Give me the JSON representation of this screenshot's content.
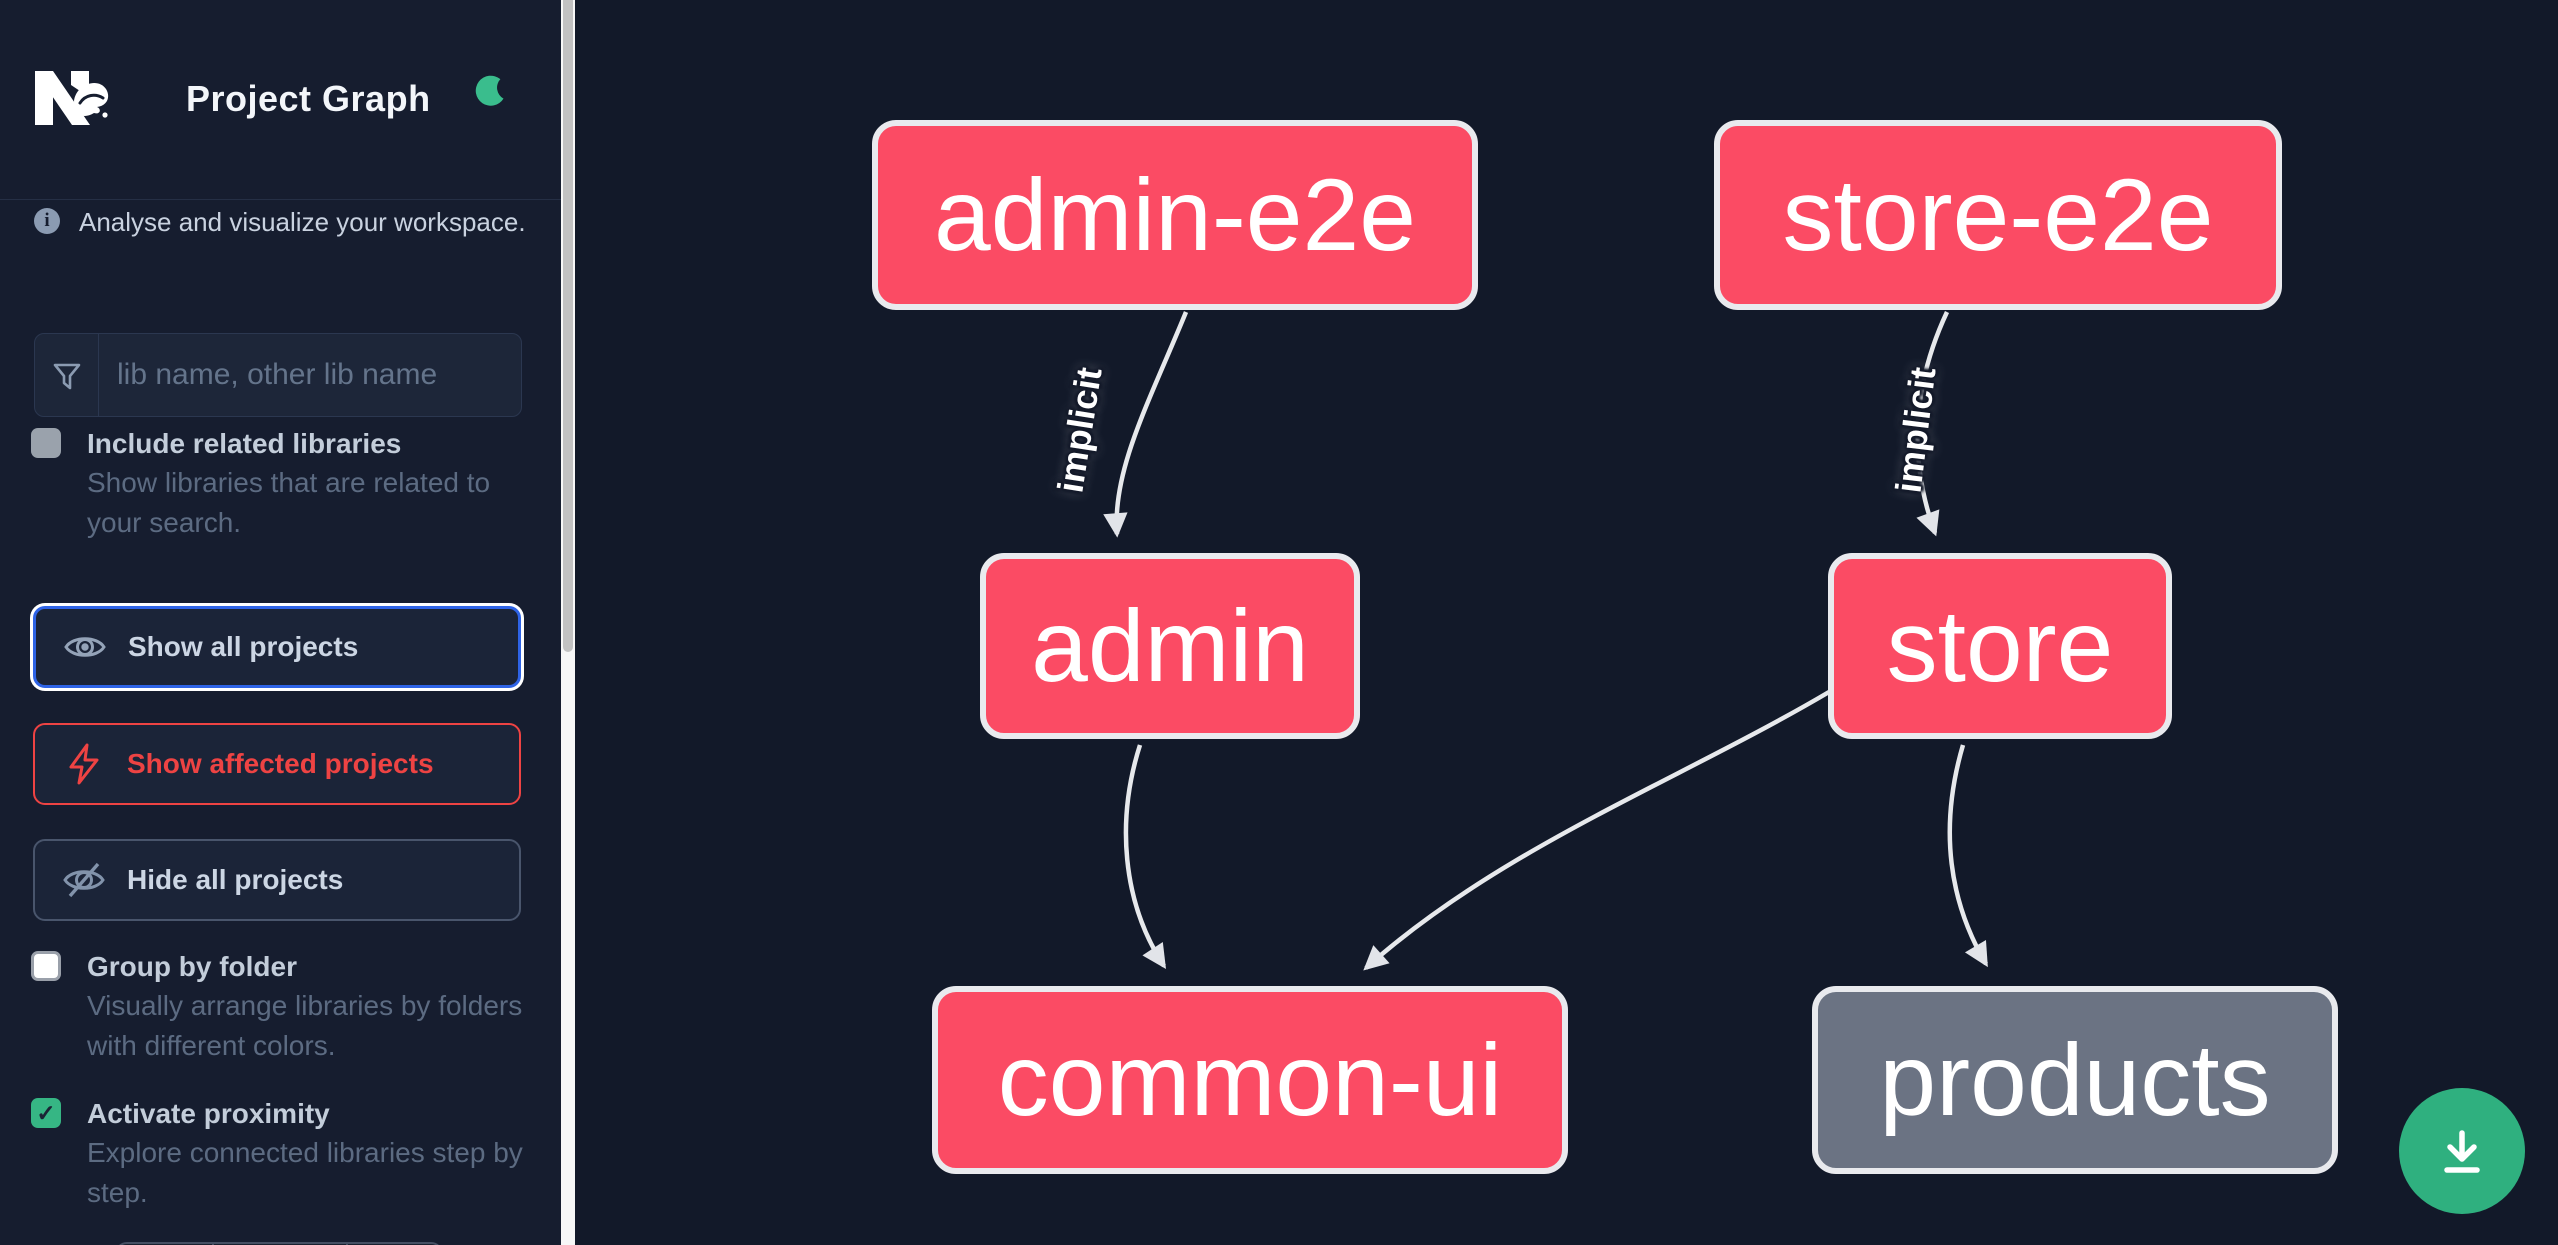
{
  "app": {
    "title": "Project Graph"
  },
  "sidebar": {
    "tagline": "Analyse and visualize your workspace.",
    "search_placeholder": "lib name, other lib name",
    "actions": [
      {
        "label": "Show all projects",
        "icon": "eye-icon",
        "state": "focused"
      },
      {
        "label": "Show affected projects",
        "icon": "lightning-icon",
        "state": "danger"
      },
      {
        "label": "Hide all projects",
        "icon": "eye-off-icon",
        "state": "default"
      }
    ],
    "toggles": [
      {
        "label": "Include related libraries",
        "description": "Show libraries that are related to your search.",
        "checked": false
      },
      {
        "label": "Group by folder",
        "description": "Visually arrange libraries by folders with different colors.",
        "checked": false
      },
      {
        "label": "Activate proximity",
        "description": "Explore connected libraries step by step.",
        "checked": true
      }
    ],
    "check_glyph": "✓"
  },
  "graph": {
    "nodes": [
      {
        "id": "admin-e2e",
        "label": "admin-e2e",
        "status": "affected"
      },
      {
        "id": "store-e2e",
        "label": "store-e2e",
        "status": "affected"
      },
      {
        "id": "admin",
        "label": "admin",
        "status": "affected"
      },
      {
        "id": "store",
        "label": "store",
        "status": "affected"
      },
      {
        "id": "common-ui",
        "label": "common-ui",
        "status": "affected"
      },
      {
        "id": "products",
        "label": "products",
        "status": "unaffected"
      }
    ],
    "edges": [
      {
        "from": "admin-e2e",
        "to": "admin",
        "label": "implicit"
      },
      {
        "from": "store-e2e",
        "to": "store",
        "label": "implicit"
      },
      {
        "from": "admin",
        "to": "common-ui",
        "label": ""
      },
      {
        "from": "store",
        "to": "common-ui",
        "label": ""
      },
      {
        "from": "store",
        "to": "products",
        "label": ""
      }
    ]
  },
  "colors": {
    "affected_node": "#fb4b64",
    "unaffected_node": "#6b7383",
    "edge": "#e7e9ec",
    "accent_green": "#36b684",
    "fab_green": "#2fb07f",
    "danger_red": "#ee4343",
    "focus_blue": "#2e63e6",
    "sidebar_bg": "#161d2f",
    "canvas_bg": "#121929"
  }
}
